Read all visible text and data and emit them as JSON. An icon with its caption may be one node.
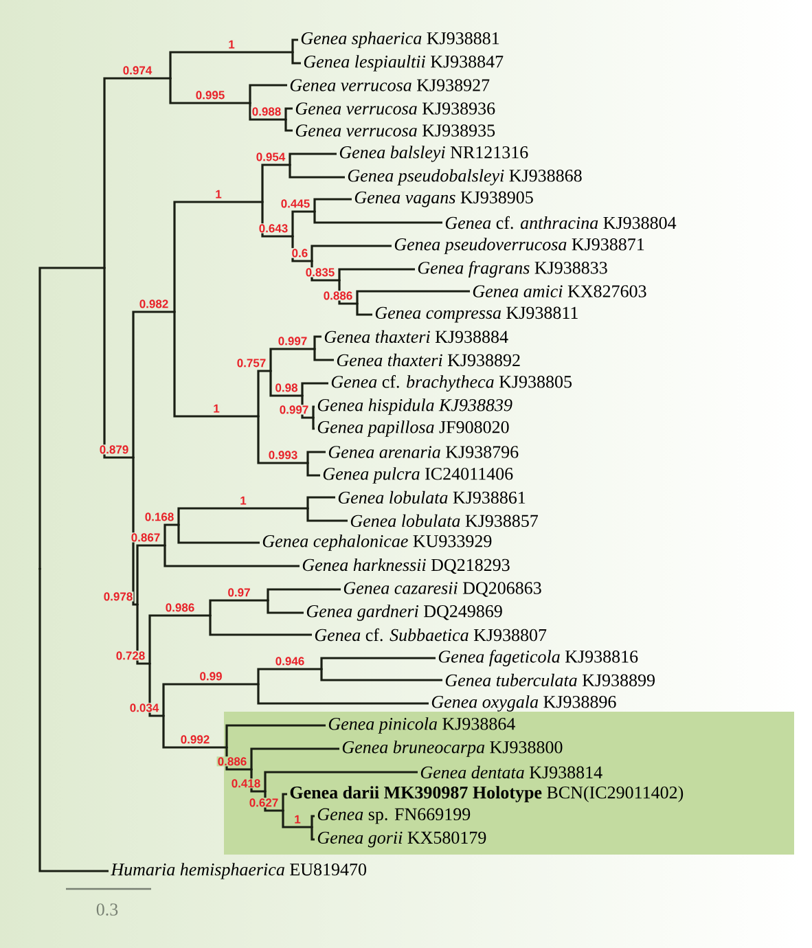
{
  "diagram": {
    "nodes": [
      {
        "text": [
          "*Genea sphaerica* KJ938881"
        ]
      },
      {
        "text": [
          "*Genea lespiaultii* KJ938847"
        ]
      },
      {
        "text": [
          "*Genea verrucosa* KJ938927"
        ]
      },
      {
        "text": [
          "*Genea verrucosa* KJ938936"
        ]
      },
      {
        "text": [
          "*Genea verrucosa* KJ938935"
        ]
      },
      {
        "text": [
          "*Genea balsleyi* NR121316"
        ]
      },
      {
        "text": [
          "*Genea pseudobalsleyi* KJ938868"
        ]
      },
      {
        "text": [
          "*Genea vagans* KJ938905"
        ]
      },
      {
        "text": [
          "*Genea* cf. *anthracina* KJ938804"
        ]
      },
      {
        "text": [
          "*Genea pseudoverrucosa* KJ938871"
        ]
      },
      {
        "text": [
          "*Genea fragrans* KJ938833"
        ]
      },
      {
        "text": [
          "*Genea amici* KX827603"
        ]
      },
      {
        "text": [
          "*Genea compressa* KJ938811"
        ]
      },
      {
        "text": [
          "*Genea thaxteri* KJ938884"
        ]
      },
      {
        "text": [
          "*Genea thaxteri* KJ938892"
        ]
      },
      {
        "text": [
          "*Genea* cf. *brachytheca* KJ938805"
        ]
      },
      {
        "text": [
          "*Genea hispidula KJ938839*"
        ]
      },
      {
        "text": [
          "*Genea papillosa* JF908020"
        ]
      },
      {
        "text": [
          "*Genea arenaria* KJ938796"
        ]
      },
      {
        "text": [
          "*Genea pulcra* IC24011406"
        ]
      },
      {
        "text": [
          "*Genea lobulata* KJ938861"
        ]
      },
      {
        "text": [
          "*Genea lobulata* KJ938857"
        ]
      },
      {
        "text": [
          "*Genea cephalonicae* KU933929"
        ]
      },
      {
        "text": [
          "*Genea harknessii* DQ218293"
        ]
      },
      {
        "text": [
          "*Genea cazaresii* DQ206863"
        ]
      },
      {
        "text": [
          "*Genea gardneri* DQ249869"
        ]
      },
      {
        "text": [
          "*Genea* cf. *Subbaetica* KJ938807"
        ]
      },
      {
        "text": [
          "*Genea fageticola* KJ938816"
        ]
      },
      {
        "text": [
          "*Genea tuberculata* KJ938899"
        ]
      },
      {
        "text": [
          "*Genea oxygala* KJ938896"
        ]
      },
      {
        "text": [
          "*Genea pinicola* KJ938864"
        ]
      },
      {
        "text": [
          "*Genea bruneocarpa* KJ938800"
        ]
      },
      {
        "text": [
          "*Genea dentata* KJ938814"
        ]
      },
      {
        "text": [
          "**Genea darii MK390987 Holotype** BCN(IC29011402)"
        ]
      },
      {
        "text": [
          "*Genea* sp. FN669199"
        ]
      },
      {
        "text": [
          "*Genea gorii*  KX580179"
        ]
      },
      {
        "text": [
          "*Humaria hemisphaerica* EU819470"
        ]
      },
      {
        "text": [],
        "shape": "point"
      },
      {
        "text": [],
        "shape": "point"
      },
      {
        "text": [],
        "shape": "point"
      },
      {
        "text": [],
        "shape": "point"
      },
      {
        "text": [],
        "shape": "point"
      },
      {
        "text": [],
        "shape": "point"
      },
      {
        "text": [],
        "shape": "point"
      },
      {
        "text": [],
        "shape": "point"
      },
      {
        "text": [],
        "shape": "point"
      },
      {
        "text": [],
        "shape": "point"
      },
      {
        "text": [],
        "shape": "point"
      },
      {
        "text": [],
        "shape": "point"
      },
      {
        "text": [],
        "shape": "point"
      },
      {
        "text": [],
        "shape": "point"
      },
      {
        "text": [],
        "shape": "point"
      },
      {
        "text": [],
        "shape": "point"
      },
      {
        "text": [],
        "shape": "point"
      },
      {
        "text": [],
        "shape": "point"
      },
      {
        "text": [],
        "shape": "point"
      },
      {
        "text": [],
        "shape": "point"
      },
      {
        "text": [],
        "shape": "point"
      },
      {
        "text": [],
        "shape": "point"
      },
      {
        "text": [],
        "shape": "point"
      },
      {
        "text": [],
        "shape": "point"
      },
      {
        "text": [],
        "shape": "point"
      },
      {
        "text": [],
        "shape": "point"
      },
      {
        "text": [],
        "shape": "point"
      },
      {
        "text": [],
        "shape": "point"
      },
      {
        "text": [],
        "shape": "point"
      },
      {
        "text": [],
        "shape": "point"
      },
      {
        "text": [],
        "shape": "point"
      },
      {
        "text": [],
        "shape": "point"
      },
      {
        "text": [],
        "shape": "point"
      },
      {
        "text": [],
        "shape": "point"
      },
      {
        "text": [],
        "shape": "point"
      },
      {
        "text": [],
        "shape": "point"
      }
    ],
    "edges": [
      {
        "from": 37,
        "to": 38,
        "arrow": "none"
      },
      {
        "from": 37,
        "to": 36,
        "arrow": "none"
      },
      {
        "from": 38,
        "to": 39,
        "arrow": "none",
        "label": "0.974"
      },
      {
        "from": 38,
        "to": 43,
        "arrow": "none",
        "label": "0.879"
      },
      {
        "from": 39,
        "to": 40,
        "arrow": "none",
        "label": "1"
      },
      {
        "from": 39,
        "to": 41,
        "arrow": "none",
        "label": "0.995"
      },
      {
        "from": 40,
        "to": 0,
        "arrow": "none"
      },
      {
        "from": 40,
        "to": 1,
        "arrow": "none"
      },
      {
        "from": 41,
        "to": 2,
        "arrow": "none"
      },
      {
        "from": 41,
        "to": 42,
        "arrow": "none",
        "label": "0.988"
      },
      {
        "from": 42,
        "to": 3,
        "arrow": "none"
      },
      {
        "from": 42,
        "to": 4,
        "arrow": "none"
      },
      {
        "from": 43,
        "to": 44,
        "arrow": "none",
        "label": "0.982"
      },
      {
        "from": 43,
        "to": 58,
        "arrow": "none",
        "label": "0.978"
      },
      {
        "from": 44,
        "to": 45,
        "arrow": "none",
        "label": "1"
      },
      {
        "from": 44,
        "to": 52,
        "arrow": "none",
        "label": "1"
      },
      {
        "from": 45,
        "to": 46,
        "arrow": "none",
        "label": "0.954"
      },
      {
        "from": 45,
        "to": 47,
        "arrow": "none",
        "label": "0.643"
      },
      {
        "from": 46,
        "to": 5,
        "arrow": "none"
      },
      {
        "from": 46,
        "to": 6,
        "arrow": "none"
      },
      {
        "from": 47,
        "to": 48,
        "arrow": "none",
        "label": "0.445"
      },
      {
        "from": 47,
        "to": 49,
        "arrow": "none",
        "label": "0.6"
      },
      {
        "from": 48,
        "to": 7,
        "arrow": "none"
      },
      {
        "from": 48,
        "to": 8,
        "arrow": "none"
      },
      {
        "from": 49,
        "to": 9,
        "arrow": "none"
      },
      {
        "from": 49,
        "to": 50,
        "arrow": "none",
        "label": "0.835"
      },
      {
        "from": 50,
        "to": 10,
        "arrow": "none"
      },
      {
        "from": 50,
        "to": 51,
        "arrow": "none",
        "label": "0.886"
      },
      {
        "from": 51,
        "to": 11,
        "arrow": "none"
      },
      {
        "from": 51,
        "to": 12,
        "arrow": "none"
      },
      {
        "from": 52,
        "to": 53,
        "arrow": "none",
        "label": "0.757"
      },
      {
        "from": 52,
        "to": 57,
        "arrow": "none",
        "label": "0.993"
      },
      {
        "from": 53,
        "to": 54,
        "arrow": "none",
        "label": "0.997"
      },
      {
        "from": 53,
        "to": 55,
        "arrow": "none",
        "label": "0.98"
      },
      {
        "from": 54,
        "to": 13,
        "arrow": "none"
      },
      {
        "from": 54,
        "to": 14,
        "arrow": "none"
      },
      {
        "from": 55,
        "to": 15,
        "arrow": "none"
      },
      {
        "from": 55,
        "to": 56,
        "arrow": "none",
        "label": "0.997"
      },
      {
        "from": 56,
        "to": 16,
        "arrow": "none"
      },
      {
        "from": 56,
        "to": 17,
        "arrow": "none"
      },
      {
        "from": 57,
        "to": 18,
        "arrow": "none"
      },
      {
        "from": 57,
        "to": 19,
        "arrow": "none"
      },
      {
        "from": 58,
        "to": 59,
        "arrow": "none",
        "label": "0.867"
      },
      {
        "from": 58,
        "to": 62,
        "arrow": "none",
        "label": "0.728"
      },
      {
        "from": 59,
        "to": 60,
        "arrow": "none",
        "label": "0.168"
      },
      {
        "from": 59,
        "to": 23,
        "arrow": "none"
      },
      {
        "from": 60,
        "to": 61,
        "arrow": "none",
        "label": "1"
      },
      {
        "from": 60,
        "to": 22,
        "arrow": "none"
      },
      {
        "from": 61,
        "to": 20,
        "arrow": "none"
      },
      {
        "from": 61,
        "to": 21,
        "arrow": "none"
      },
      {
        "from": 62,
        "to": 63,
        "arrow": "none",
        "label": "0.986"
      },
      {
        "from": 62,
        "to": 65,
        "arrow": "none",
        "label": "0.034"
      },
      {
        "from": 63,
        "to": 64,
        "arrow": "none",
        "label": "0.97"
      },
      {
        "from": 63,
        "to": 26,
        "arrow": "none"
      },
      {
        "from": 64,
        "to": 24,
        "arrow": "none"
      },
      {
        "from": 64,
        "to": 25,
        "arrow": "none"
      },
      {
        "from": 65,
        "to": 66,
        "arrow": "none",
        "label": "0.99"
      },
      {
        "from": 65,
        "to": 68,
        "arrow": "none",
        "label": "0.992"
      },
      {
        "from": 66,
        "to": 67,
        "arrow": "none",
        "label": "0.946"
      },
      {
        "from": 66,
        "to": 29,
        "arrow": "none"
      },
      {
        "from": 67,
        "to": 27,
        "arrow": "none"
      },
      {
        "from": 67,
        "to": 28,
        "arrow": "none"
      },
      {
        "from": 68,
        "to": 30,
        "arrow": "none"
      },
      {
        "from": 68,
        "to": 69,
        "arrow": "none",
        "label": "0.886"
      },
      {
        "from": 69,
        "to": 31,
        "arrow": "none"
      },
      {
        "from": 69,
        "to": 70,
        "arrow": "none",
        "label": "0.418"
      },
      {
        "from": 70,
        "to": 32,
        "arrow": "none"
      },
      {
        "from": 70,
        "to": 71,
        "arrow": "none",
        "label": "0.627"
      },
      {
        "from": 71,
        "to": 33,
        "arrow": "none"
      },
      {
        "from": 71,
        "to": 72,
        "arrow": "none",
        "label": "1"
      },
      {
        "from": 72,
        "to": 34,
        "arrow": "none"
      },
      {
        "from": 72,
        "to": 35,
        "arrow": "none"
      }
    ],
    "labels": [
      "0.3"
    ]
  }
}
